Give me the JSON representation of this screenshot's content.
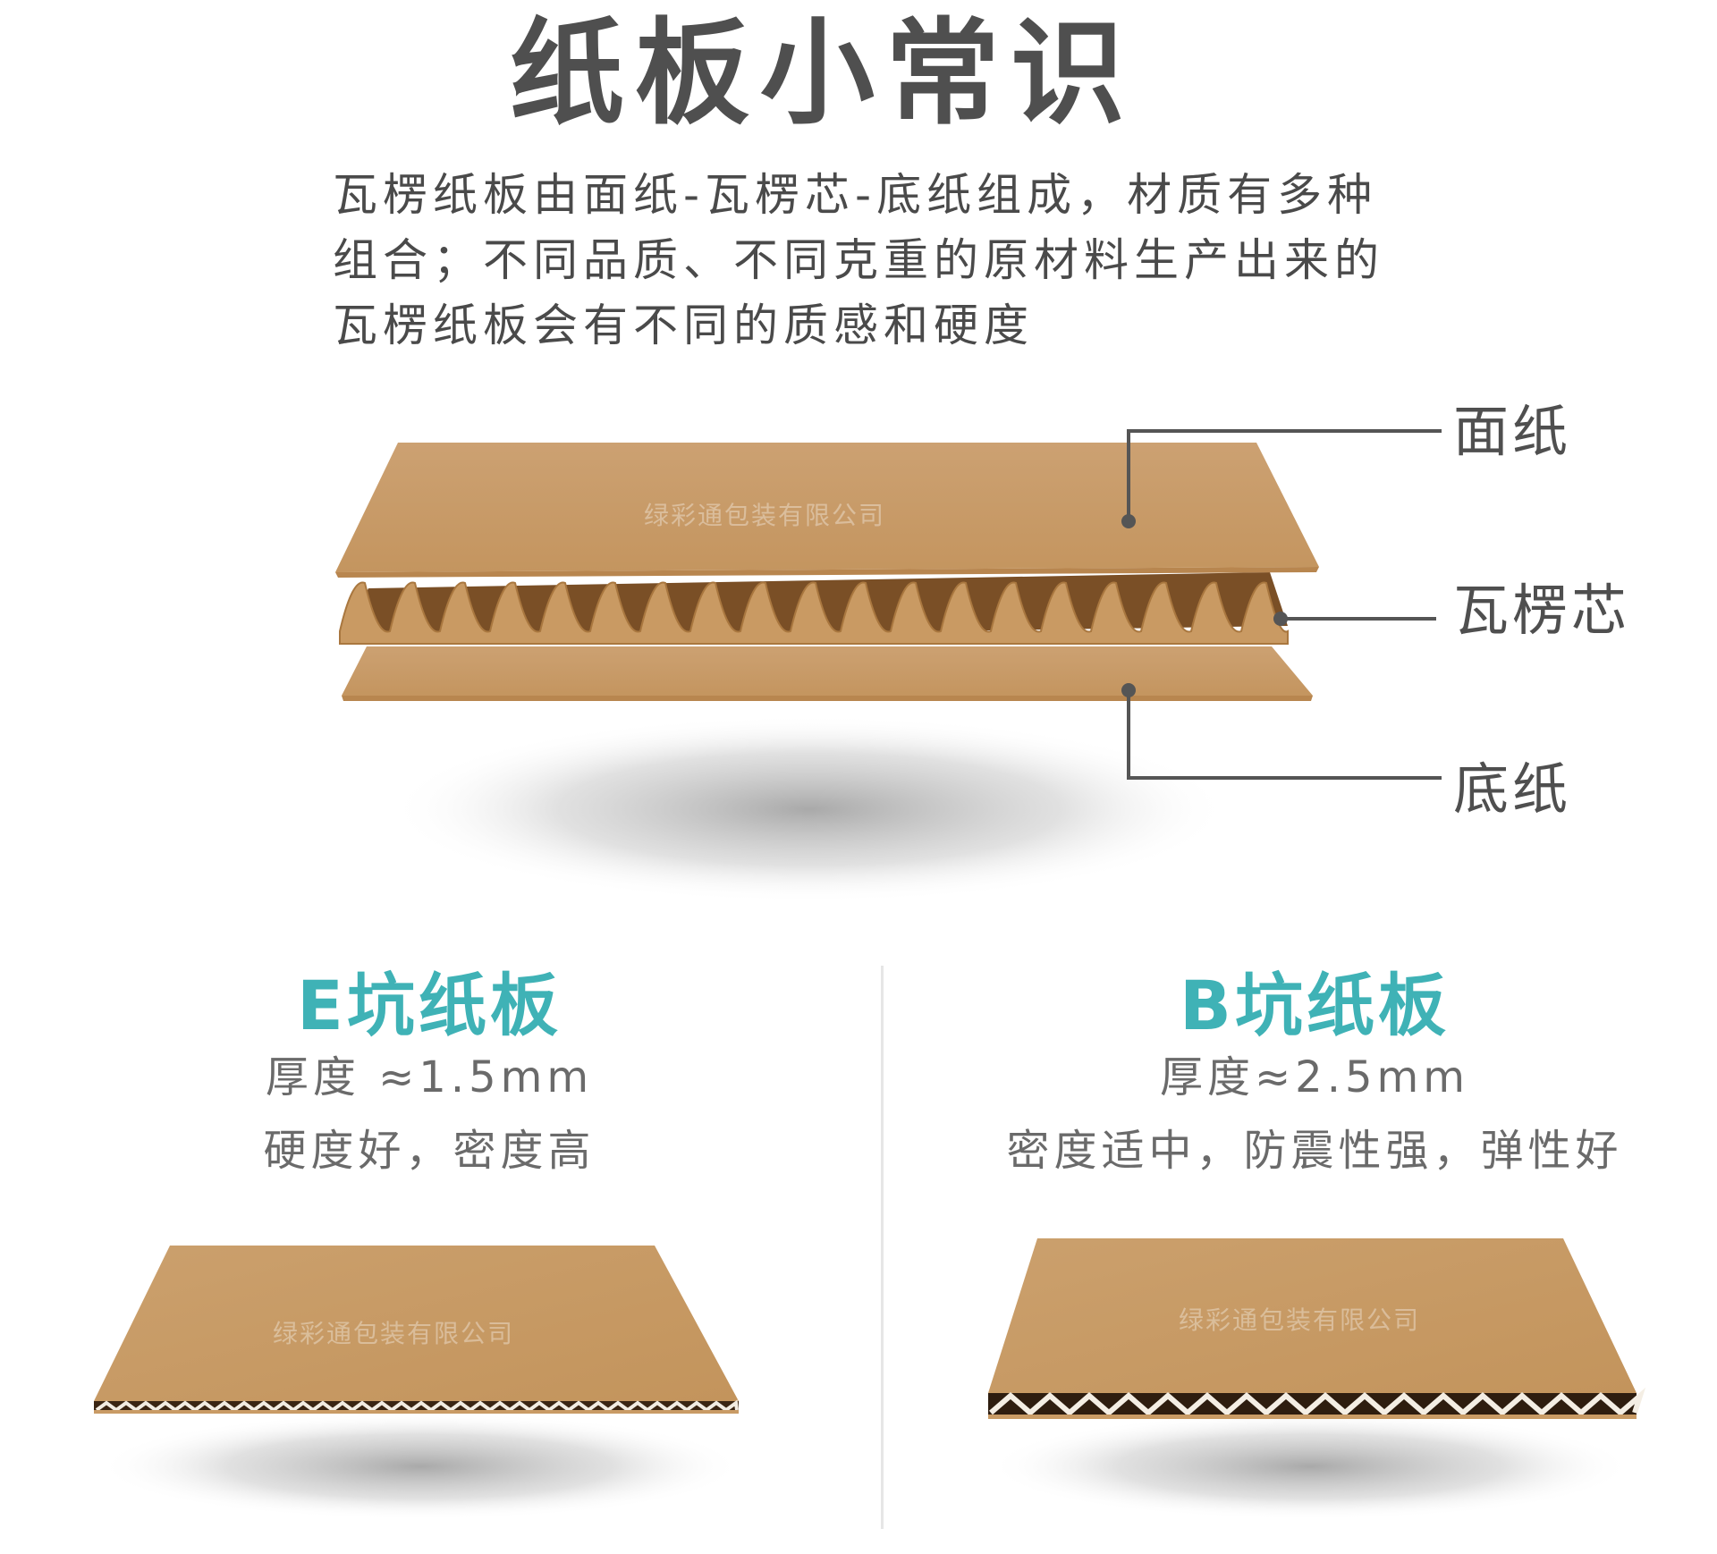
{
  "title": "纸板小常识",
  "intro": {
    "lines": [
      "瓦楞纸板由面纸-瓦楞芯-底纸组成，材质有多种",
      "组合；不同品质、不同克重的原材料生产出来的",
      "瓦楞纸板会有不同的质感和硬度"
    ]
  },
  "layers": {
    "top_label": "面纸",
    "middle_label": "瓦楞芯",
    "bottom_label": "底纸"
  },
  "watermark": "绿彩通包装有限公司",
  "boards": [
    {
      "title": "E坑纸板",
      "thickness": "厚度 ≈1.5mm",
      "features": "硬度好，密度高"
    },
    {
      "title": "B坑纸板",
      "thickness": "厚度≈2.5mm",
      "features": "密度适中，防震性强，弹性好"
    }
  ],
  "colors": {
    "kraft": "#c99b65",
    "kraft_dark": "#a9773f",
    "accent": "#3fb2b6",
    "text": "#4f4f4f"
  }
}
